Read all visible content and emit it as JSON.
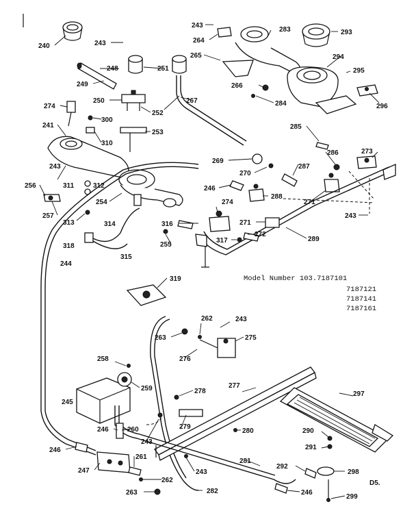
{
  "model": {
    "heading": "Model Number 103.7187101",
    "extra_numbers": [
      "7187121",
      "7187141",
      "7187161"
    ]
  },
  "page_code": "D5.",
  "parts": [
    "240",
    "241",
    "243",
    "243",
    "243",
    "243",
    "243",
    "243",
    "243",
    "244",
    "245",
    "246",
    "246",
    "246",
    "246",
    "247",
    "248",
    "249",
    "250",
    "251",
    "252",
    "253",
    "254",
    "255",
    "256",
    "257",
    "258",
    "259",
    "260",
    "261",
    "262",
    "262",
    "263",
    "263",
    "264",
    "265",
    "266",
    "267",
    "269",
    "270",
    "271",
    "271",
    "272",
    "273",
    "274",
    "274",
    "275",
    "276",
    "277",
    "278",
    "279",
    "280",
    "281",
    "282",
    "283",
    "284",
    "285",
    "286",
    "287",
    "288",
    "289",
    "290",
    "291",
    "292",
    "293",
    "294",
    "295",
    "296",
    "297",
    "298",
    "299",
    "300",
    "310",
    "311",
    "312",
    "313",
    "314",
    "315",
    "316",
    "317",
    "318",
    "319"
  ]
}
